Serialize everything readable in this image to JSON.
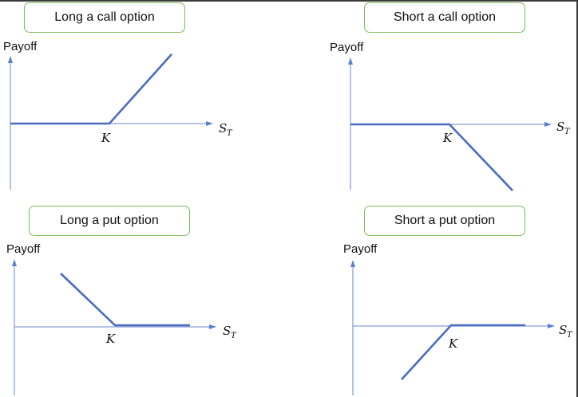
{
  "panels": [
    {
      "id": "long-call",
      "title": "Long a call option",
      "y_axis_label": "Payoff",
      "x_axis_label": "S",
      "x_axis_subscript": "T",
      "strike_label": "K",
      "payoff_shape": "flat-then-rising"
    },
    {
      "id": "short-call",
      "title": "Short a call option",
      "y_axis_label": "Payoff",
      "x_axis_label": "S",
      "x_axis_subscript": "T",
      "strike_label": "K",
      "payoff_shape": "flat-then-falling"
    },
    {
      "id": "long-put",
      "title": "Long a put option",
      "y_axis_label": "Payoff",
      "x_axis_label": "S",
      "x_axis_subscript": "T",
      "strike_label": "K",
      "payoff_shape": "falling-then-flat"
    },
    {
      "id": "short-put",
      "title": "Short a put option",
      "y_axis_label": "Payoff",
      "x_axis_label": "S",
      "x_axis_subscript": "T",
      "strike_label": "K",
      "payoff_shape": "rising-then-flat"
    }
  ],
  "colors": {
    "title_border": "#7dbb5a",
    "axis": "#6a85c9",
    "payoff_line": "#4a6bc1"
  }
}
